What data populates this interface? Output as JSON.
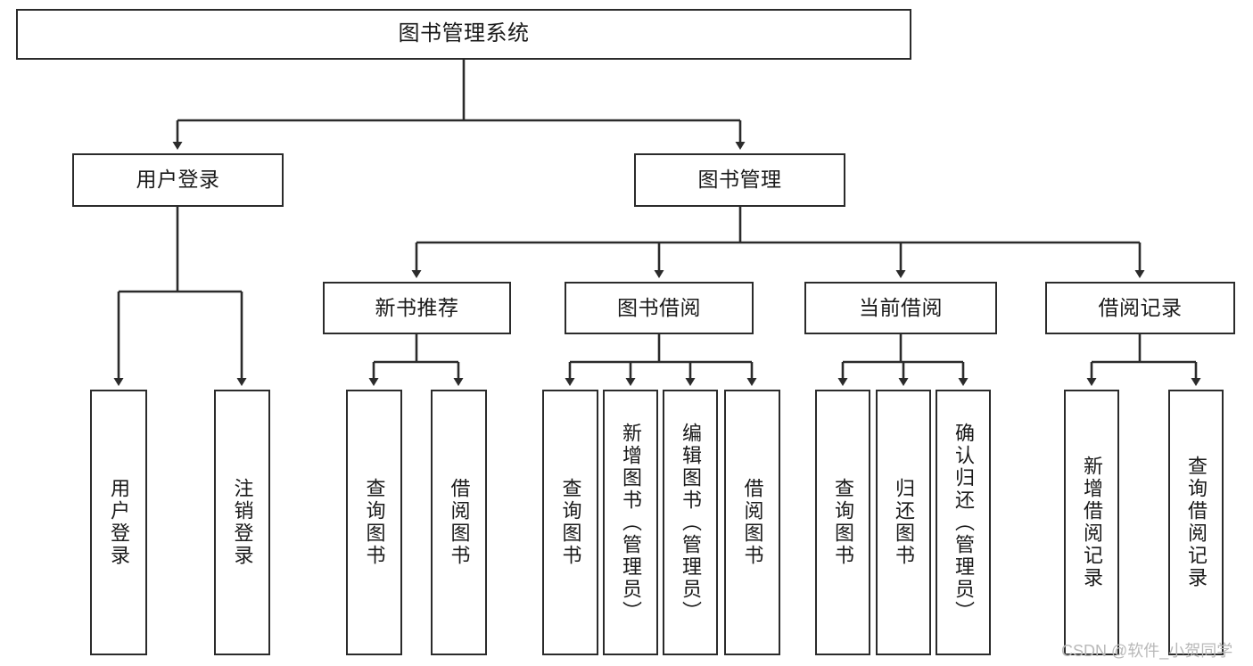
{
  "diagram": {
    "title": "图书管理系统",
    "type": "hierarchy-tree",
    "orientation": "top-down",
    "nodes": {
      "root": {
        "label": "图书管理系统",
        "level": 1,
        "text_direction": "horizontal"
      },
      "l2_1": {
        "label": "用户登录",
        "level": 2,
        "text_direction": "horizontal"
      },
      "l2_2": {
        "label": "图书管理",
        "level": 2,
        "text_direction": "horizontal"
      },
      "l3_1": {
        "label": "新书推荐",
        "level": 3,
        "text_direction": "horizontal"
      },
      "l3_2": {
        "label": "图书借阅",
        "level": 3,
        "text_direction": "horizontal"
      },
      "l3_3": {
        "label": "当前借阅",
        "level": 3,
        "text_direction": "horizontal"
      },
      "l3_4": {
        "label": "借阅记录",
        "level": 3,
        "text_direction": "horizontal"
      },
      "leaf_1": {
        "label": "用户登录",
        "level": 4,
        "text_direction": "vertical",
        "parent": "用户登录"
      },
      "leaf_2": {
        "label": "注销登录",
        "level": 4,
        "text_direction": "vertical",
        "parent": "用户登录"
      },
      "leaf_3": {
        "label": "查询图书",
        "level": 4,
        "text_direction": "vertical",
        "parent": "新书推荐"
      },
      "leaf_4": {
        "label": "借阅图书",
        "level": 4,
        "text_direction": "vertical",
        "parent": "新书推荐"
      },
      "leaf_5": {
        "label": "查询图书",
        "level": 4,
        "text_direction": "vertical",
        "parent": "图书借阅"
      },
      "leaf_6": {
        "label": "新增图书（管理员）",
        "level": 4,
        "text_direction": "vertical",
        "parent": "图书借阅"
      },
      "leaf_7": {
        "label": "编辑图书（管理员）",
        "level": 4,
        "text_direction": "vertical",
        "parent": "图书借阅"
      },
      "leaf_8": {
        "label": "借阅图书",
        "level": 4,
        "text_direction": "vertical",
        "parent": "图书借阅"
      },
      "leaf_9": {
        "label": "查询图书",
        "level": 4,
        "text_direction": "vertical",
        "parent": "当前借阅"
      },
      "leaf_10": {
        "label": "归还图书",
        "level": 4,
        "text_direction": "vertical",
        "parent": "当前借阅"
      },
      "leaf_11": {
        "label": "确认归还（管理员）",
        "level": 4,
        "text_direction": "vertical",
        "parent": "当前借阅"
      },
      "leaf_12": {
        "label": "新增借阅记录",
        "level": 4,
        "text_direction": "vertical",
        "parent": "借阅记录"
      },
      "leaf_13": {
        "label": "查询借阅记录",
        "level": 4,
        "text_direction": "vertical",
        "parent": "借阅记录"
      }
    },
    "colors": {
      "box_border": "#2b2b2b",
      "box_fill": "#ffffff",
      "edge": "#2b2b2b",
      "text": "#1a1a1a",
      "watermark": "#b9b9b9",
      "background": "#ffffff"
    }
  },
  "watermark": {
    "text": "CSDN @软件_小贺同学"
  }
}
